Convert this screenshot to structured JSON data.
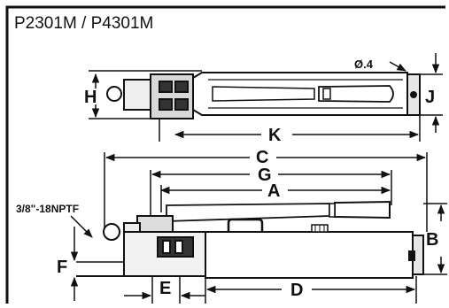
{
  "title": "P2301M / P4301M",
  "thread_note": "3/8\"-18NPTF",
  "diameter_note": "Ø.4",
  "dimensions": {
    "H": "H",
    "J": "J",
    "K": "K",
    "C": "C",
    "G": "G",
    "A": "A",
    "B": "B",
    "F": "F",
    "E": "E",
    "D": "D"
  }
}
